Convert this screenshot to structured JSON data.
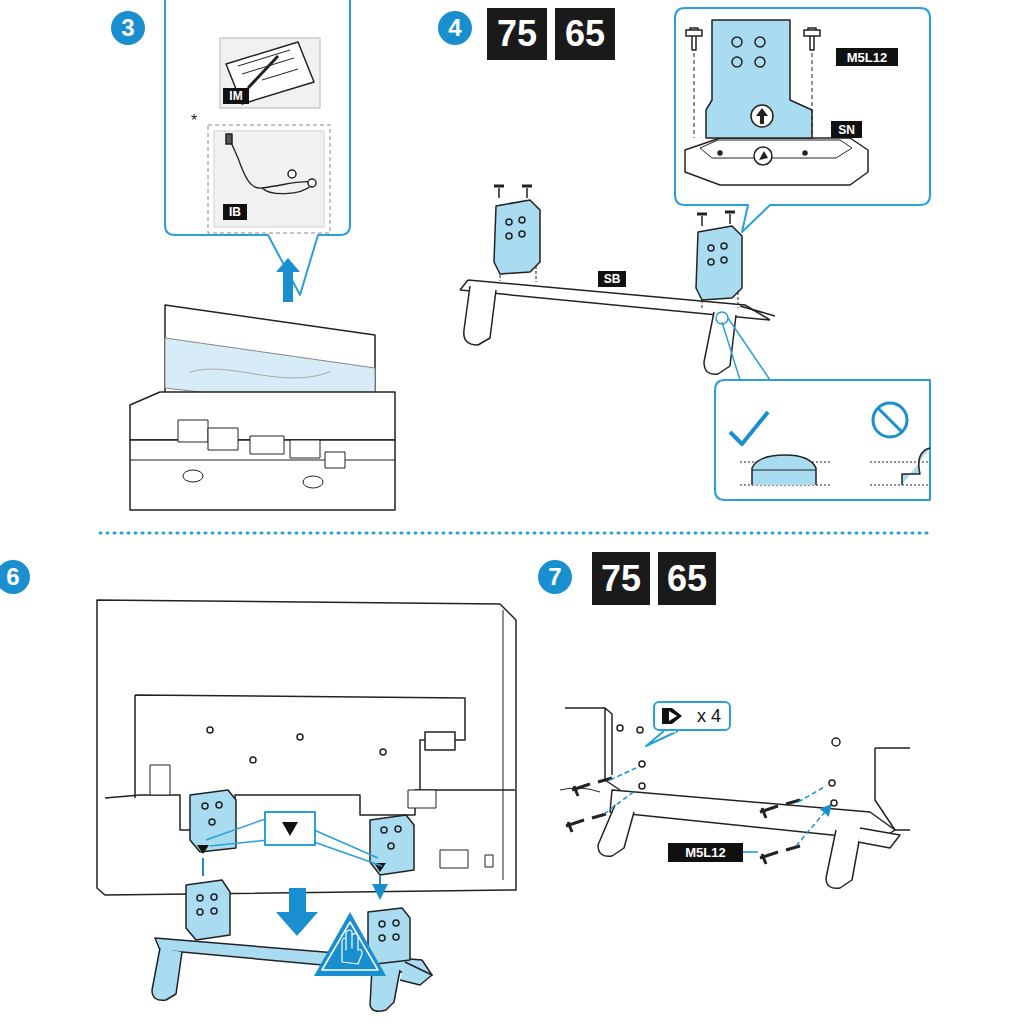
{
  "diagram": {
    "nodes": [
      {
        "text": [
          "3"
        ]
      },
      {
        "text": [
          "IM"
        ]
      },
      {
        "text": [
          "IB"
        ]
      },
      {
        "text": [
          "4"
        ]
      },
      {
        "text": [
          "75"
        ]
      },
      {
        "text": [
          "65"
        ]
      },
      {
        "text": [
          "M5L12"
        ]
      },
      {
        "text": [
          "SN"
        ]
      },
      {
        "text": [
          "SB"
        ]
      },
      {
        "text": [
          "6"
        ]
      },
      {
        "text": [
          "7"
        ]
      },
      {
        "text": [
          "75"
        ]
      },
      {
        "text": [
          "65"
        ]
      },
      {
        "text": [
          "x 4"
        ]
      },
      {
        "text": [
          "M5L12"
        ]
      }
    ],
    "labels": [
      "*"
    ]
  }
}
